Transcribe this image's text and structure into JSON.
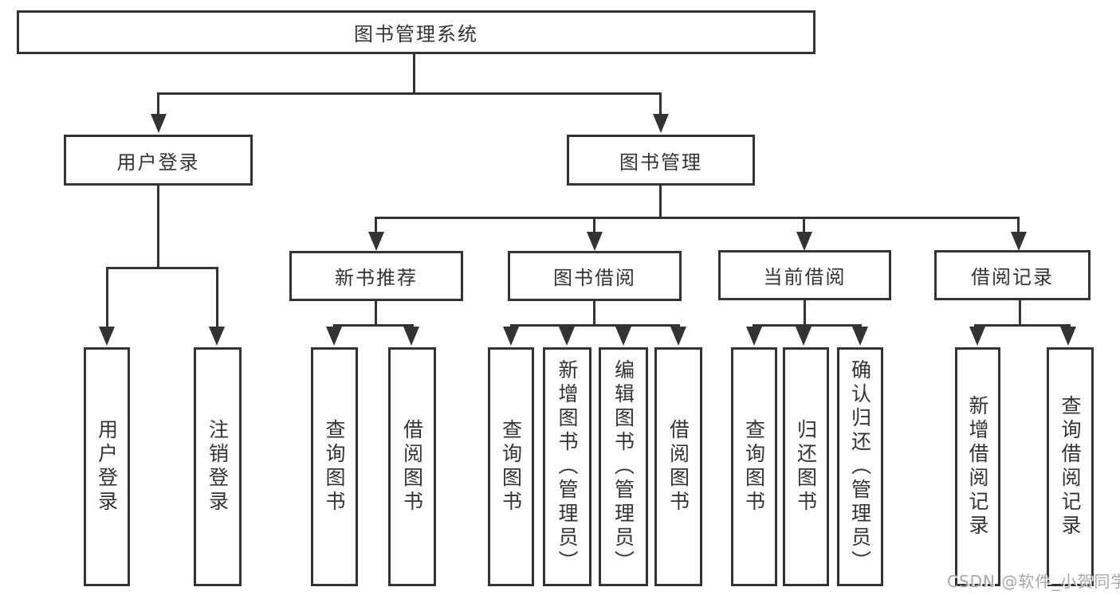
{
  "diagram": {
    "type": "hierarchy-tree",
    "root": {
      "label": "图书管理系统"
    },
    "level2": [
      {
        "label": "用户登录"
      },
      {
        "label": "图书管理"
      }
    ],
    "level3": [
      {
        "label": "新书推荐",
        "parent": "图书管理"
      },
      {
        "label": "图书借阅",
        "parent": "图书管理"
      },
      {
        "label": "当前借阅",
        "parent": "图书管理"
      },
      {
        "label": "借阅记录",
        "parent": "图书管理"
      }
    ],
    "leaves": {
      "user_login": [
        {
          "label": "用户登录"
        },
        {
          "label": "注销登录"
        }
      ],
      "new_book_recommend": [
        {
          "label": "查询图书"
        },
        {
          "label": "借阅图书"
        }
      ],
      "book_borrow": [
        {
          "label": "查询图书"
        },
        {
          "label": "新增图书（管理员）"
        },
        {
          "label": "编辑图书（管理员）"
        },
        {
          "label": "借阅图书"
        }
      ],
      "current_borrow": [
        {
          "label": "查询图书"
        },
        {
          "label": "归还图书"
        },
        {
          "label": "确认归还（管理员）"
        }
      ],
      "borrow_record": [
        {
          "label": "新增借阅记录"
        },
        {
          "label": "查询借阅记录"
        }
      ]
    },
    "colors": {
      "line": "#333333",
      "text": "#333333",
      "box_background": "#ffffff",
      "watermark": "#a8a8a8"
    }
  },
  "watermark": {
    "text": "CSDN @软件_小贺同学"
  }
}
